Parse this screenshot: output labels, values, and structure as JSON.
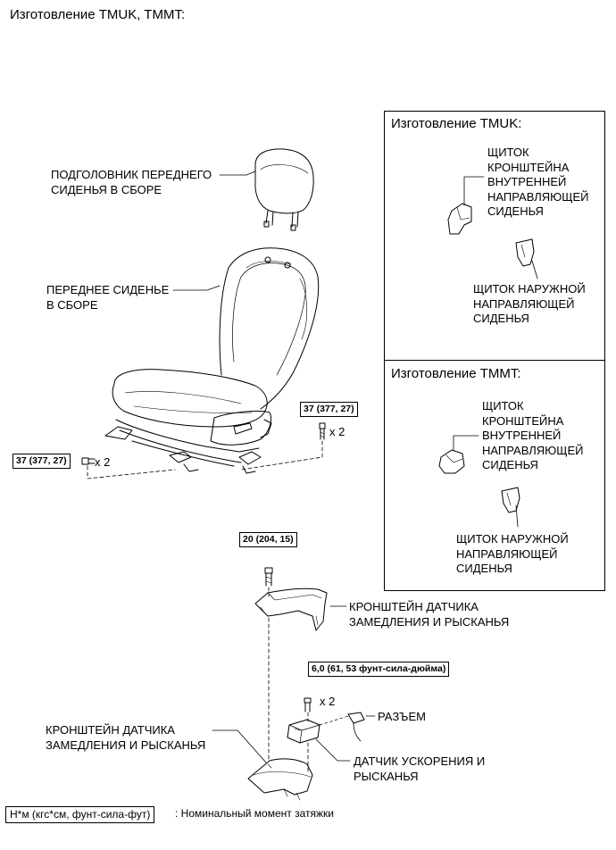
{
  "title": "Изготовление TMUK, TMMT:",
  "labels": {
    "headrest": [
      "ПОДГОЛОВНИК ПЕРЕДНЕГО",
      "СИДЕНЬЯ В СБОРЕ"
    ],
    "seat": [
      "ПЕРЕДНЕЕ СИДЕНЬЕ",
      "В СБОРЕ"
    ],
    "bracket_upper": [
      "КРОНШТЕЙН ДАТЧИКА",
      "ЗАМЕДЛЕНИЯ И РЫСКАНЬЯ"
    ],
    "bracket_lower": [
      "КРОНШТЕЙН ДАТЧИКА",
      "ЗАМЕДЛЕНИЯ И РЫСКАНЬЯ"
    ],
    "connector": "РАЗЪЕМ",
    "sensor": [
      "ДАТЧИК УСКОРЕНИЯ И",
      "РЫСКАНЬЯ"
    ]
  },
  "torques": {
    "right_bolt": "37 (377, 27)",
    "left_bolt": "37 (377, 27)",
    "bracket_bolt": "20 (204, 15)",
    "sensor_bolt": "6,0 (61, 53 фунт-сила-дюйма)"
  },
  "multipliers": {
    "right": "x 2",
    "left": "x 2",
    "sensor": "x 2"
  },
  "panels": {
    "tmuk": {
      "title": "Изготовление TMUK:",
      "inner": [
        "ЩИТОК",
        "КРОНШТЕЙНА",
        "ВНУТРЕННЕЙ",
        "НАПРАВЛЯЮЩЕЙ",
        "СИДЕНЬЯ"
      ],
      "outer": [
        "ЩИТОК НАРУЖНОЙ",
        "НАПРАВЛЯЮЩЕЙ",
        "СИДЕНЬЯ"
      ]
    },
    "tmmt": {
      "title": "Изготовление TMMT:",
      "inner": [
        "ЩИТОК",
        "КРОНШТЕЙНА",
        "ВНУТРЕННЕЙ",
        "НАПРАВЛЯЮЩЕЙ",
        "СИДЕНЬЯ"
      ],
      "outer": [
        "ЩИТОК НАРУЖНОЙ",
        "НАПРАВЛЯЮЩЕЙ",
        "СИДЕНЬЯ"
      ]
    }
  },
  "legend": {
    "unit": "Н*м (кгс*см, фунт-сила-фут)",
    "meaning": ": Номинальный момент затяжки"
  }
}
